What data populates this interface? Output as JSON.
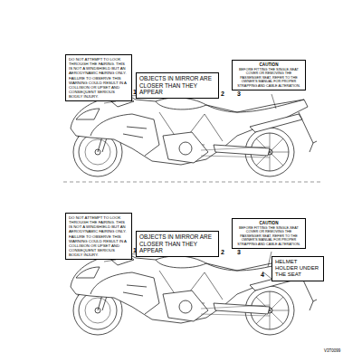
{
  "diagram": {
    "nodes": [
      {
        "text": [
          "DO NOT ATTEMPT TO LOOK THROUGH THE FAIRING. THIS IS NOT A WINDSHIELD BUT AN AERODYNAMIC FAIRING ONLY. FAILURE TO OBSERVE THIS WARNING COULD RESULT IN A COLLISION OR UPSET AND CONSEQUENT SERIOUS BODILY INJURY."
        ]
      },
      {
        "text": [
          "OBJECTS IN MIRROR ARE CLOSER THAN THEY APPEAR"
        ]
      },
      {
        "text": [
          "CAUTION",
          "BEFORE FITTING THE SINGLE-SEAT COVER OR REMOVING THE PASSENGER SEAT, REFER TO THE OWNER'S MANUAL FOR PROPER STRAPPING AND CABLE ALTERATION."
        ]
      },
      {
        "text": [
          "DO NOT ATTEMPT TO LOOK THROUGH THE FAIRING. THIS IS NOT A WINDSHIELD BUT AN AERODYNAMIC FAIRING ONLY. FAILURE TO OBSERVE THIS WARNING COULD RESULT IN A COLLISION OR UPSET AND CONSEQUENT SERIOUS BODILY INJURY."
        ]
      },
      {
        "text": [
          "OBJECTS IN MIRROR ARE CLOSER THAN THEY APPEAR"
        ]
      },
      {
        "text": [
          "CAUTION",
          "BEFORE FITTING THE SINGLE-SEAT COVER OR REMOVING THE PASSENGER SEAT, REFER TO THE OWNER'S MANUAL FOR PROPER STRAPPING AND CABLE ALTERATION."
        ]
      },
      {
        "text": [
          "HELMET HOLDER UNDER THE SEAT"
        ]
      }
    ],
    "labels": [
      "1",
      "2",
      "3",
      "1",
      "2",
      "3",
      "4",
      "V3T0099"
    ]
  }
}
